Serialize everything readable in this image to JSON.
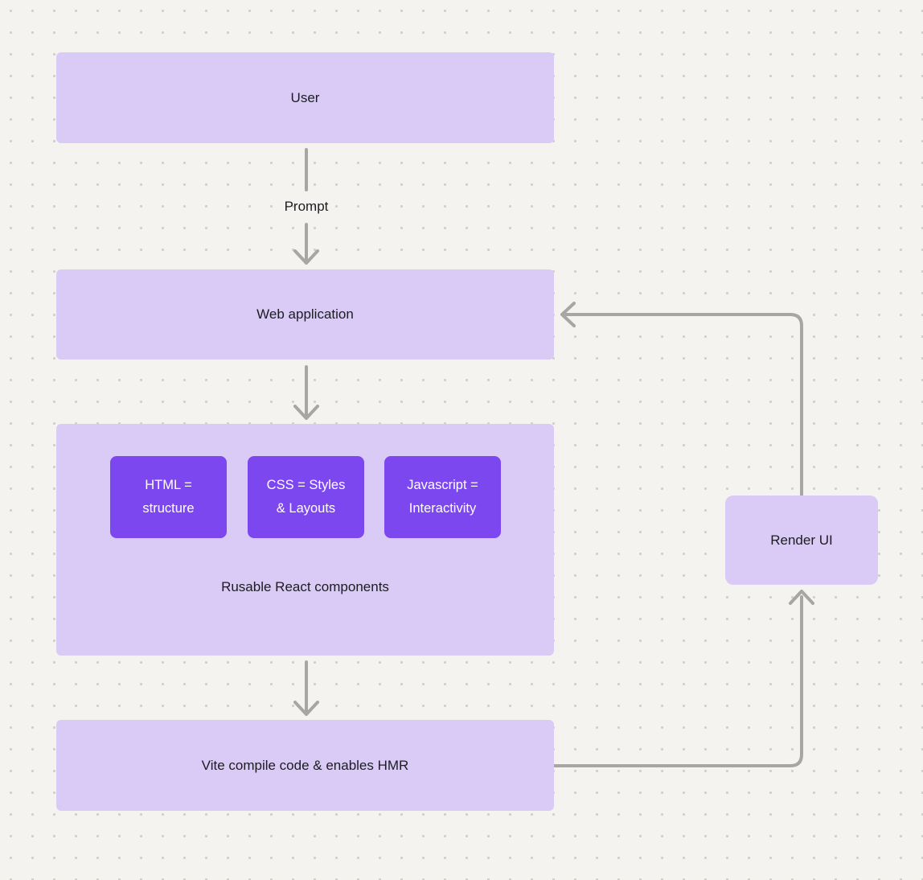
{
  "diagram": {
    "nodes": {
      "user": {
        "label": "User"
      },
      "web_application": {
        "label": "Web application"
      },
      "components": {
        "caption": "Rusable React components",
        "items": [
          {
            "label": "HTML =\nstructure"
          },
          {
            "label": "CSS = Styles\n& Layouts"
          },
          {
            "label": "Javascript =\nInteractivity"
          }
        ]
      },
      "vite": {
        "label": "Vite compile code & enables HMR"
      },
      "render_ui": {
        "label": "Render UI"
      }
    },
    "edges": {
      "prompt_label": "Prompt"
    },
    "colors": {
      "background": "#f5f3f0",
      "dot_grid": "#d2cfca",
      "node_bg": "#d9cbf6",
      "chip_bg": "#7d47f0",
      "chip_text": "#ffffff",
      "node_text": "#1c1c22",
      "arrow": "#a8a6a4"
    }
  }
}
